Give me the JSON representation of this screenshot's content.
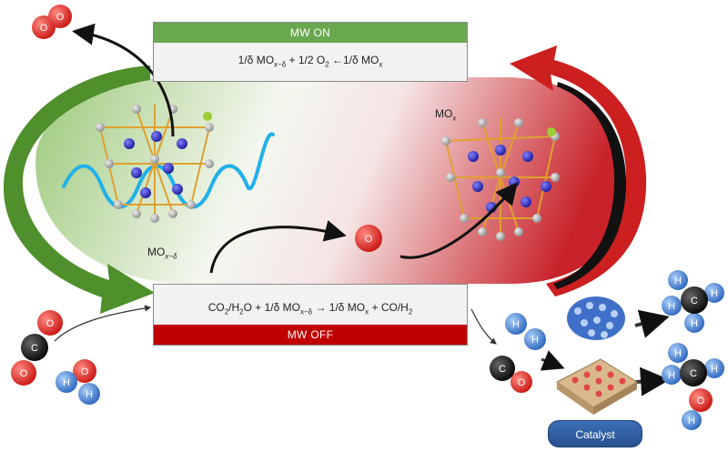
{
  "top_panel": {
    "status": "MW ON",
    "equation": "1/δ MO",
    "eq_sub1": "x−δ",
    "eq_mid": " + 1/2 O",
    "eq_sub2": "2",
    "eq_arrow": " ←1/δ MO",
    "eq_sub3": "x"
  },
  "bottom_panel": {
    "status": "MW OFF",
    "eq_a": "CO",
    "eq_a_sub": "2",
    "eq_b": "/H",
    "eq_b_sub": "2",
    "eq_c": "O + 1/δ MO",
    "eq_c_sub": "x−δ",
    "eq_d": " → 1/δ MO",
    "eq_d_sub": "x",
    "eq_e": " + CO/H",
    "eq_e_sub": "2"
  },
  "labels": {
    "mox": "MO",
    "mox_sub": "x",
    "moxd": "MO",
    "moxd_sub": "x−δ"
  },
  "atoms": {
    "oxygen": "O",
    "carbon": "C",
    "hydrogen": "H"
  },
  "catalyst_label": "Catalyst",
  "colors": {
    "mw_on_bar": "#6aa84f",
    "mw_off_bar": "#c00000",
    "green_arrow": "#4f8f2c",
    "red_arrow": "#cc1f1f",
    "oxygen": "#e0201b",
    "carbon": "#111111",
    "hydrogen": "#3f7fd6",
    "catalyst": "#2c5aa0"
  }
}
